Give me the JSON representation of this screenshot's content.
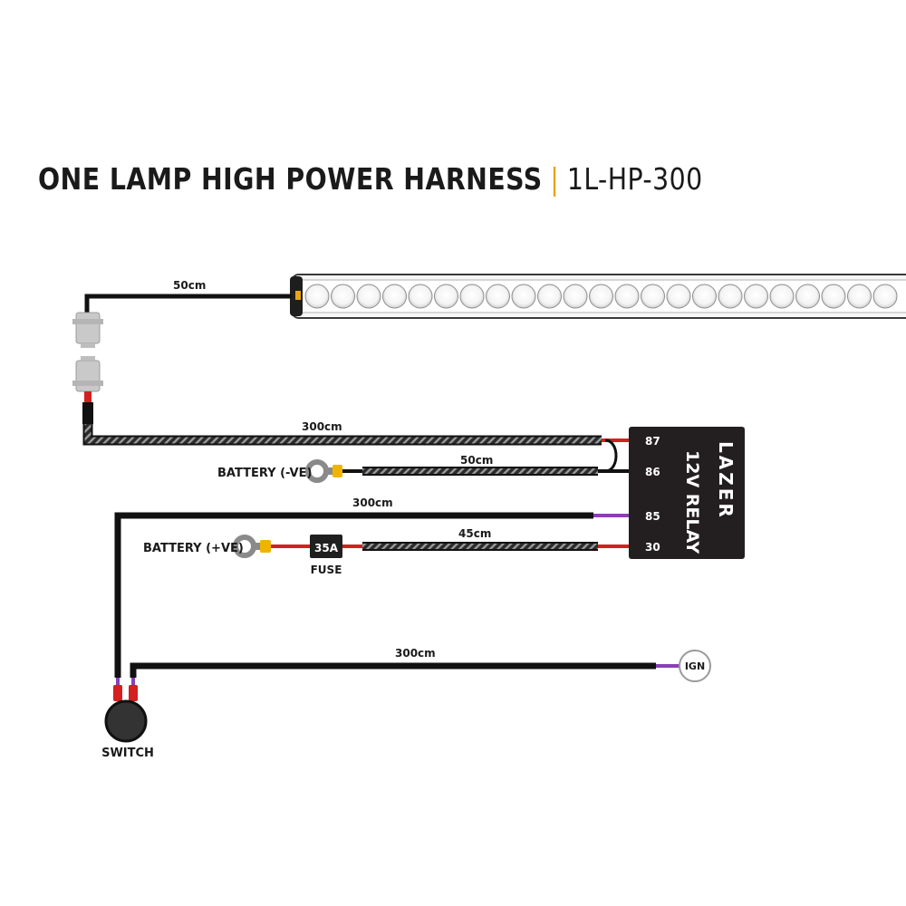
{
  "title": {
    "main": "ONE LAMP HIGH POWER HARNESS",
    "separator": "|",
    "code": "1L-HP-300"
  },
  "colors": {
    "accent": "#e8a317",
    "wire": "#111111",
    "positive": "#d42020",
    "switch_wire": "#8a3fb5",
    "terminal": "#f0b400",
    "relay": "#231f20"
  },
  "wires": {
    "lamp_lead": "50cm",
    "relay_87": "300cm",
    "battery_neg": "50cm",
    "relay_85": "300cm",
    "battery_pos": "45cm",
    "ignition": "300cm"
  },
  "relay": {
    "brand": "LAZER",
    "label": "12V RELAY",
    "pins": [
      "87",
      "86",
      "85",
      "30"
    ]
  },
  "fuse": {
    "rating": "35A",
    "label": "FUSE"
  },
  "terminals": {
    "battery_neg": "BATTERY (-VE)",
    "battery_pos": "BATTERY (+VE)",
    "ignition": "IGN"
  },
  "switch": {
    "label": "SWITCH"
  },
  "icons": [
    "light-bar-icon",
    "relay-icon",
    "fuse-icon",
    "ring-terminal-icon",
    "switch-icon"
  ]
}
